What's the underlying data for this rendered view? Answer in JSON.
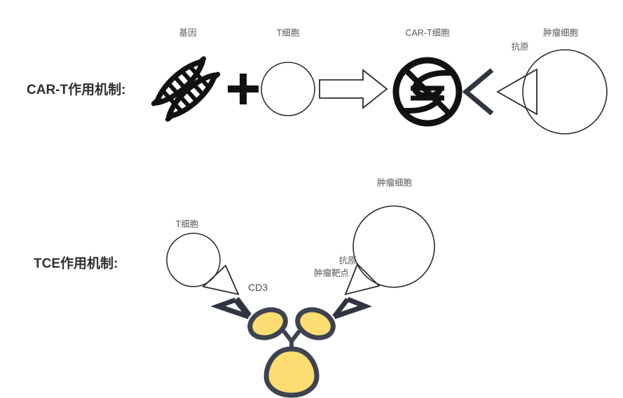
{
  "figure": {
    "background": "#ffffff",
    "accent_gold": "#FBDD72",
    "accent_outline": "#3E4351",
    "line_color": "#2b2b2b",
    "text_color": "#595959"
  },
  "rows": [
    {
      "id": "car-t",
      "title": "CAR-T作用机制:",
      "labels": {
        "gene": "基因",
        "t_cell": "T细胞",
        "car_t_cell": "CAR-T细胞",
        "tumor_cell": "肿瘤细胞",
        "antigen": "抗原"
      },
      "icons": [
        "dna-helix-icon",
        "plus-icon",
        "t-cell-circle",
        "block-arrow-right-icon",
        "car-t-cell-icon",
        "car-receptor-icon",
        "antigen-triangle-icon",
        "tumor-cell-circle"
      ]
    },
    {
      "id": "tce",
      "title": "TCE作用机制:",
      "labels": {
        "t_cell": "T细胞",
        "cd3": "CD3",
        "tumor_cell": "肿瘤细胞",
        "antigen": "抗原",
        "tumor_target": "肿瘤靶点"
      },
      "icons": [
        "t-cell-circle",
        "cd3-triangle-icon",
        "binding-arrow-left-icon",
        "antibody-y-icon",
        "binding-arrow-right-icon",
        "tumor-target-triangle-icon",
        "tumor-cell-circle"
      ]
    }
  ]
}
